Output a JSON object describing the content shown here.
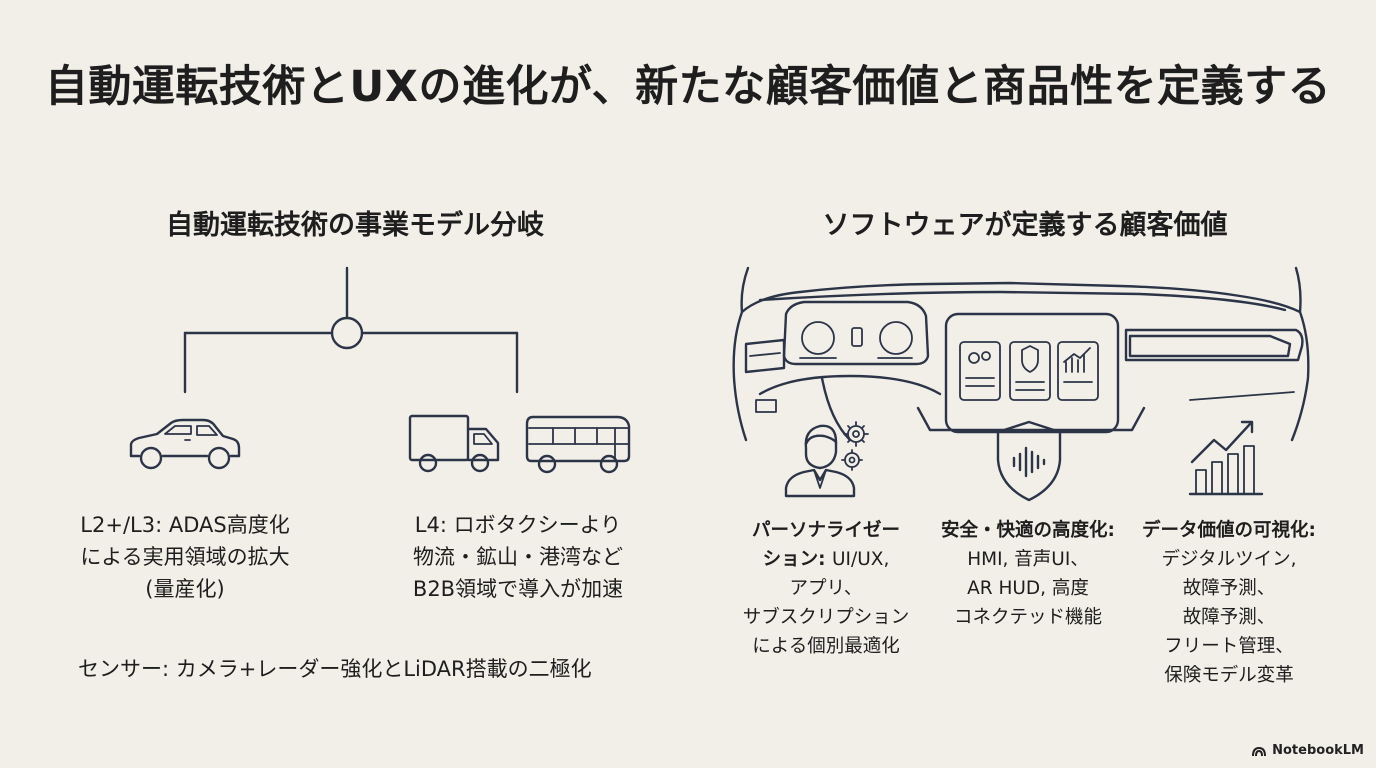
{
  "title": "自動運転技術とUXの進化が、新たな顧客価値と商品性を定義する",
  "left": {
    "heading": "自動運転技術の事業モデル分岐",
    "branch_a": "L2+/L3: ADAS高度化\nによる実用領域の拡大\n(量産化)",
    "branch_b": "L4: ロボタクシーより\n物流・鉱山・港湾など\nB2B領域で導入が加速",
    "sensor": "センサー: カメラ+レーダー強化とLiDAR搭載の二極化",
    "icons": [
      "fork-diagram-icon",
      "car-icon",
      "truck-icon",
      "bus-icon"
    ]
  },
  "right": {
    "heading": "ソフトウェアが定義する顧客価値",
    "features": [
      {
        "title": "パーソナライゼー\nション: ",
        "body": "UI/UX,\nアプリ、\nサブスクリプション\nによる個別最適化",
        "icon": "user-gear-icon"
      },
      {
        "title": "安全・快適の高度化: ",
        "body": "HMI, 音声UI、\nAR HUD, 高度\nコネクテッド機能",
        "icon": "shield-voice-icon"
      },
      {
        "title": "データ価値の可視化: ",
        "body": "デジタルツイン,\n故障予測、\n故障予測、\nフリート管理、\n保険モデル変革",
        "icon": "growth-chart-icon"
      }
    ],
    "icons": [
      "dashboard-icon"
    ]
  },
  "badge": "NotebookLM"
}
